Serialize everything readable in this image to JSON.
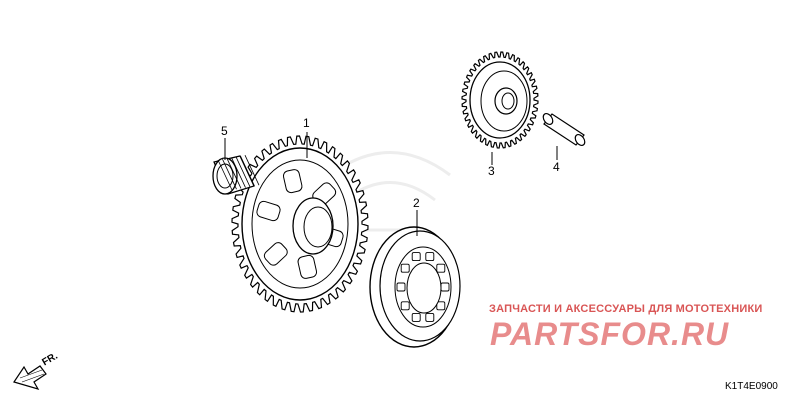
{
  "callouts": {
    "part1": "1",
    "part2": "2",
    "part3": "3",
    "part4": "4",
    "part5": "5"
  },
  "watermark": {
    "text": "ЗАПЧАСТИ И АКСЕССУАРЫ ДЛЯ МОТОТЕХНИКИ",
    "logo": "PARTSFOR.RU"
  },
  "direction": "FR.",
  "diagram_code": "K1T4E0900",
  "colors": {
    "line": "#000000",
    "watermark": "#d95555"
  }
}
